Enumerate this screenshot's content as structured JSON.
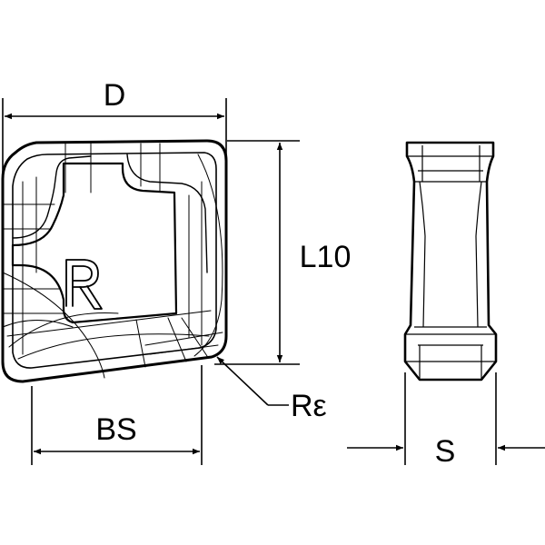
{
  "labels": {
    "d": "D",
    "l10": "L10",
    "bs": "BS",
    "re": "Rε",
    "s": "S",
    "insert_marking": "R"
  },
  "colors": {
    "line": "#000000",
    "background": "#ffffff"
  }
}
